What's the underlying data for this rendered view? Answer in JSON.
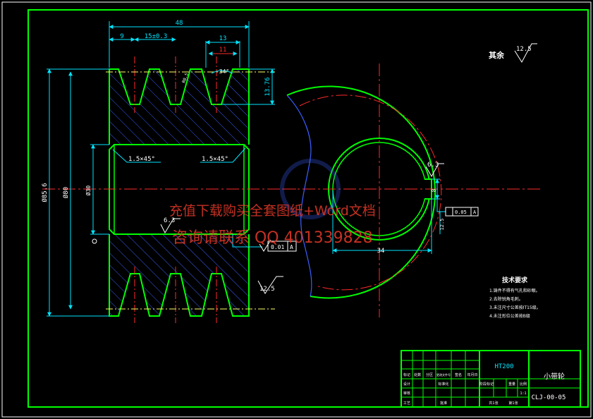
{
  "colors": {
    "background": "#000000",
    "outline": "#00ff00",
    "dimension": "#00e5ff",
    "hatch": "#3a5fff",
    "centerline": "#ff2a2a",
    "note": "#ffffff",
    "yellow": "#ffff66",
    "watermark": "#e83a2a"
  },
  "dimensions": {
    "overall_width": "48",
    "d9": "9",
    "d15": "15±0.3",
    "d13": "13",
    "d11": "11",
    "angle": "34°",
    "d13_76": "13.76",
    "chamfer_left": "1.5×45°",
    "chamfer_right": "1.5×45°",
    "dia_outer": "Ø85.6",
    "dia_root": "Ø80",
    "dia_bore": "Ø30",
    "rough_63_left": "6.3",
    "rough_125_left": "12.5",
    "rough_63_right": "6.3",
    "tol_flat_left": "0.01",
    "datum_left": "A",
    "key_width": "8",
    "keyway_depth": "34",
    "tol_sym_right": "0.05",
    "datum_right": "A",
    "dim_right_vert": "12.5",
    "groove_r": "R0.5"
  },
  "roughness_note": {
    "label": "其余",
    "value": "12.5"
  },
  "tech_requirements": {
    "title": "技术要求",
    "items": [
      "1.铸件不得有气孔和砂眼。",
      "2.去除锐角毛刺。",
      "3.未注尺寸公差按IT15级。",
      "4.未注形位公差按B级"
    ]
  },
  "title_block": {
    "material": "HT200",
    "part_name": "小带轮",
    "drawing_no": "CLJ-00-05",
    "headers_row1": [
      "标记",
      "处数",
      "分区",
      "更改文件号",
      "签名",
      "年月日"
    ],
    "headers_row2": [
      "设计",
      "",
      "标准化",
      "",
      "阶段标记",
      "重量",
      "比例"
    ],
    "headers_row3": [
      "审核",
      "",
      "",
      ""
    ],
    "headers_row4": [
      "工艺",
      "",
      "批准",
      "",
      "共1张",
      "第1张"
    ],
    "scale": "1:1"
  },
  "watermark": {
    "line1": "充值下载购买全套图纸+Word文档",
    "line2": "咨询请联系 QQ 401339828"
  }
}
